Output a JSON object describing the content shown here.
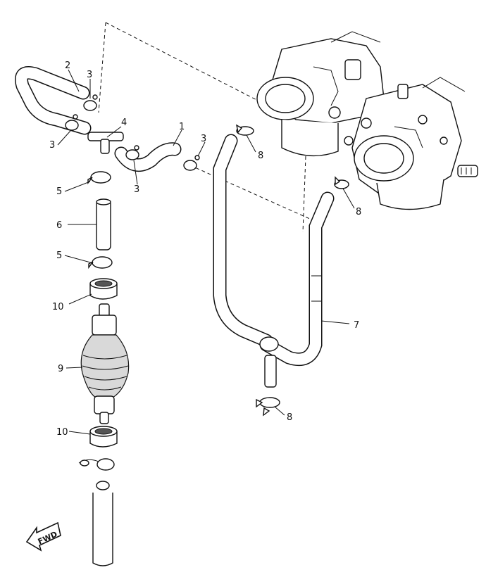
{
  "diagram": {
    "callouts": {
      "hose_1": "1",
      "hose_2": "2",
      "clip_3a": "3",
      "clip_3b": "3",
      "clip_3c": "3",
      "clip_3d": "3",
      "joint_4": "4",
      "clip_5a": "5",
      "clip_5b": "5",
      "hose_6": "6",
      "hose_7": "7",
      "clip_8a": "8",
      "clip_8b": "8",
      "clip_8c": "8",
      "filter_9": "9",
      "holder_10a": "10",
      "holder_10b": "10"
    },
    "fwd_label": "FWD"
  }
}
